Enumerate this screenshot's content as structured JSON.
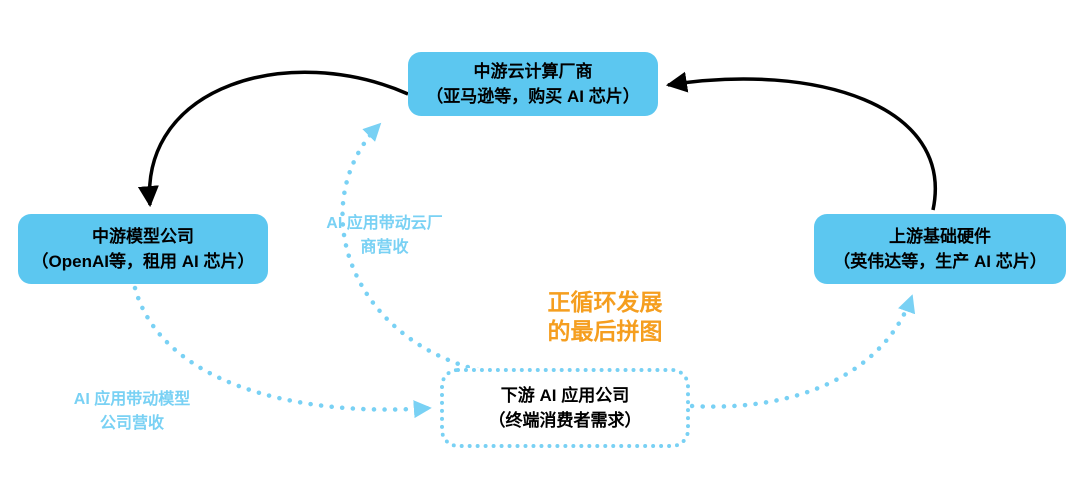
{
  "nodes": {
    "cloud": {
      "line1": "中游云计算厂商",
      "line2": "（亚马逊等，购买 AI 芯片）"
    },
    "model": {
      "line1": "中游模型公司",
      "line2": "（OpenAI等，租用 AI 芯片）"
    },
    "hardware": {
      "line1": "上游基础硬件",
      "line2": "（英伟达等，生产 AI 芯片）"
    },
    "app": {
      "line1": "下游 AI 应用公司",
      "line2": "（终端消费者需求）"
    }
  },
  "labels": {
    "cloud_revenue": {
      "line1": "AI 应用带动云厂",
      "line2": "商营收"
    },
    "model_revenue": {
      "line1": "AI 应用带动模型",
      "line2": "公司营收"
    },
    "center_note": {
      "line1": "正循环发展",
      "line2": "的最后拼图"
    }
  },
  "colors": {
    "node_fill": "#5cc7f0",
    "dotted_blue": "#79d1f4",
    "label_blue": "#79d1f4",
    "accent_orange": "#f59e1f",
    "solid_arrow": "#000000"
  }
}
